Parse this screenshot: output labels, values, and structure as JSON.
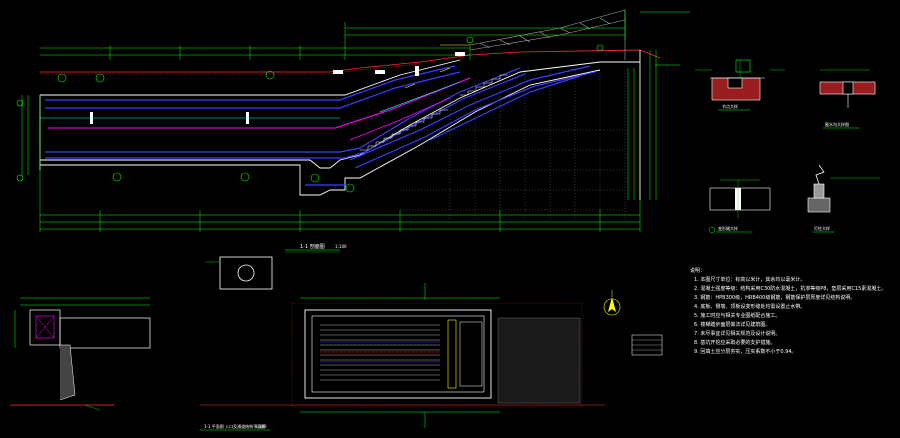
{
  "drawing": {
    "background": "#000000",
    "colors": {
      "dim": "#00ff00",
      "structure": "#ffffff",
      "rebar": "#3c3cff",
      "pipe": "#ff00ff",
      "ground": "#ff3030",
      "cyan": "#00ffff",
      "yellow": "#ffff00",
      "grid": "#808080"
    },
    "views": [
      {
        "id": "section-1-1",
        "caption": "1-1 剖面图",
        "scale": "1:100"
      },
      {
        "id": "plan-view",
        "caption": "1-1 平面图 入口及通道结构平面图",
        "scale": "1:100"
      },
      {
        "id": "detail-a",
        "caption": "节点大样",
        "scale": ""
      },
      {
        "id": "detail-b",
        "caption": "截水沟大样图",
        "scale": ""
      },
      {
        "id": "detail-c",
        "caption": "变形缝大样",
        "scale": ""
      },
      {
        "id": "detail-d",
        "caption": "灯柱大样",
        "scale": ""
      }
    ],
    "notes_title": "说明：",
    "notes": [
      "1. 本图尺寸单位：标高以米计，其余均以毫米计。",
      "2. 混凝土强度等级：结构采用C30防水混凝土，抗渗等级P8，垫层采用C15素混凝土。",
      "3. 钢筋：HPB300级，HRB400级钢筋，钢筋保护层厚度详见结构说明。",
      "4. 底板、侧墙、顶板设变形缝处均需设置止水带。",
      "5. 施工时应与相关专业图纸配合施工。",
      "6. 楼梯踏步面层做法详见建筑图。",
      "7. 未尽事宜详见相关规范及设计说明。",
      "8. 基坑开挖应采取必要的支护措施。",
      "9. 回填土应分层夯实，压实系数不小于0.94。"
    ]
  }
}
